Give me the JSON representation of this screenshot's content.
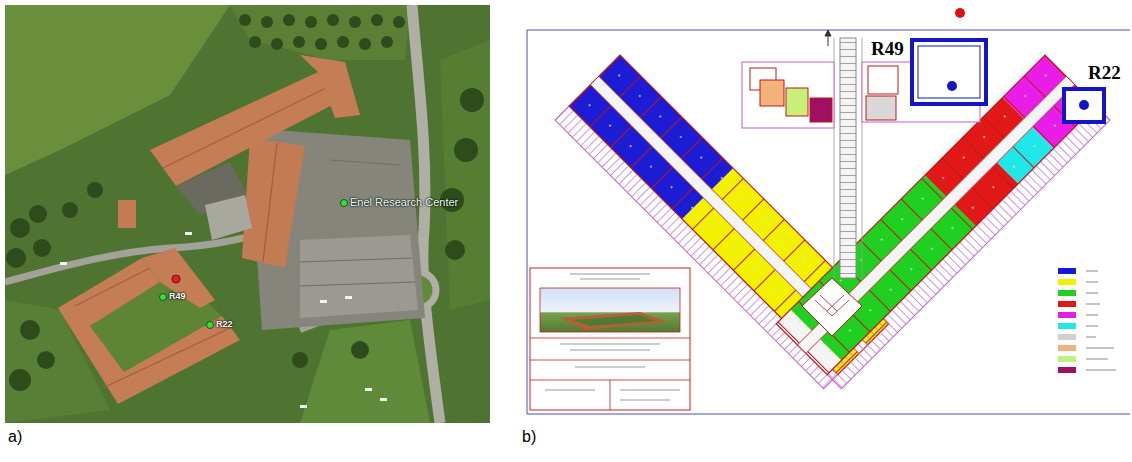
{
  "diagram": {
    "labels": [
      "Enel Research Center",
      "R49",
      "R22",
      "R49",
      "R22",
      "a)",
      "b)"
    ]
  }
}
